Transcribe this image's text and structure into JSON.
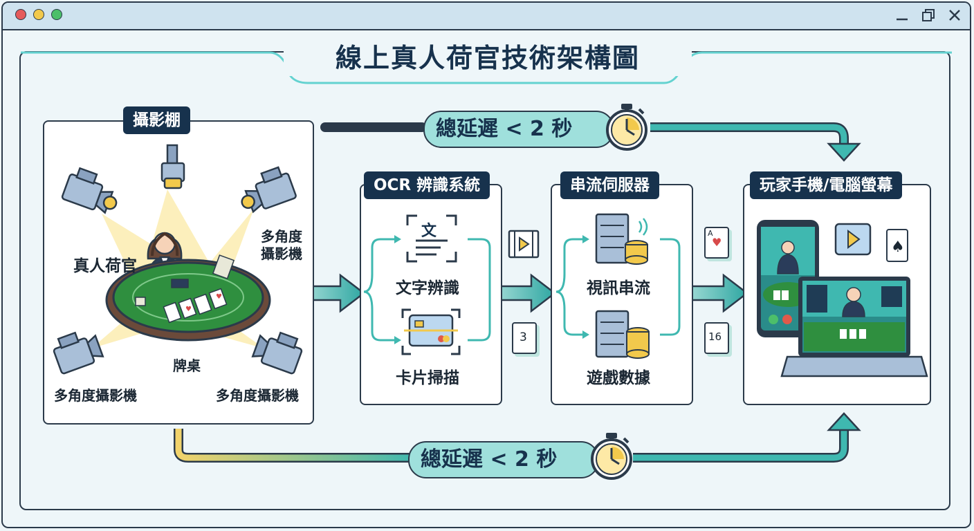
{
  "title": "線上真人荷官技術架構圖",
  "latency_top": "總延遲 < 2 秒",
  "latency_bottom": "總延遲 < 2 秒",
  "studio": {
    "tag": "攝影棚",
    "dealer_label": "真人荷官",
    "table_label": "牌桌",
    "camera_label_right": "多角度\n攝影機",
    "camera_label_bottom_left": "多角度攝影機",
    "camera_label_bottom_right": "多角度攝影機"
  },
  "ocr": {
    "tag": "OCR 辨識系統",
    "icon_char": "文",
    "item1": "文字辨識",
    "item2": "卡片掃描"
  },
  "streaming": {
    "tag": "串流伺服器",
    "item1": "視訊串流",
    "item2": "遊戲數據"
  },
  "player": {
    "tag": "玩家手機/電腦螢幕"
  },
  "cards": {
    "c1": "3",
    "c2": "16",
    "c3": "A"
  },
  "colors": {
    "navy": "#17324d",
    "teal": "#3fb8b0",
    "felt": "#2f8f3f",
    "gold": "#f2c94c"
  }
}
